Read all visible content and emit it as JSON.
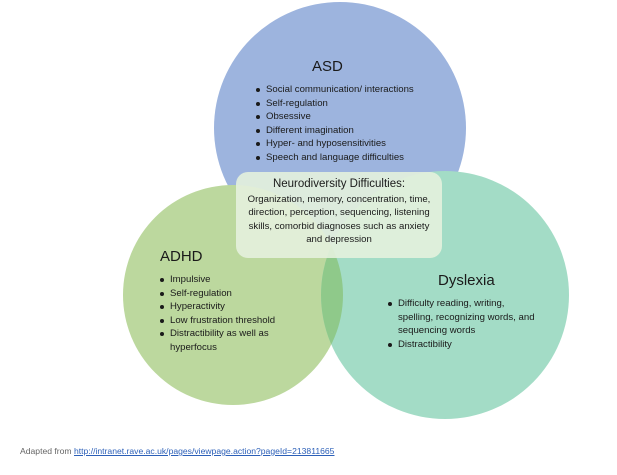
{
  "colors": {
    "asd": "#9db4de",
    "adhd": "#bcd89e",
    "dyslexia": "#a3dcc6",
    "adhd_dyslexia_overlap": "#8fc98a",
    "center_box": "#e4f1dd",
    "link": "#2b5fb8"
  },
  "asd": {
    "title": "ASD",
    "items": [
      "Social communication/ interactions",
      "Self-regulation",
      "Obsessive",
      "Different imagination",
      "Hyper- and hyposensitivities",
      "Speech and language difficulties"
    ]
  },
  "adhd": {
    "title": "ADHD",
    "items": [
      "Impulsive",
      "Self-regulation",
      "Hyperactivity",
      "Low frustration threshold",
      "Distractibility as well as hyperfocus"
    ]
  },
  "dyslexia": {
    "title": "Dyslexia",
    "items": [
      "Difficulty reading, writing, spelling, recognizing words, and sequencing words",
      "Distractibility"
    ]
  },
  "center": {
    "title": "Neurodiversity Difficulties:",
    "body": "Organization, memory, concentration, time, direction, perception, sequencing, listening skills, comorbid diagnoses such as anxiety and depression"
  },
  "caption": {
    "prefix": "Adapted from ",
    "link": "http://intranet.rave.ac.uk/pages/viewpage.action?pageId=213811665"
  }
}
